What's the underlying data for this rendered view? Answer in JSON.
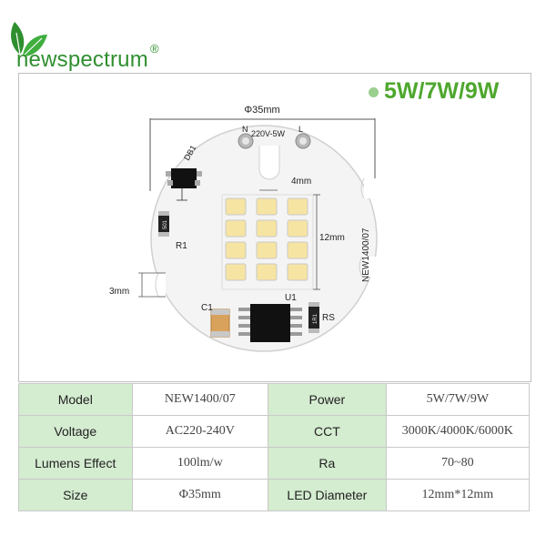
{
  "brand": {
    "name": "newspectrum",
    "registered": "®"
  },
  "power_title": "5W/7W/9W",
  "board": {
    "diameter_dim": "Φ35mm",
    "pin_n": "N",
    "pin_l": "L",
    "voltage_marking": "220V-5W",
    "hole_dim": "4mm",
    "led_dim": "12mm",
    "edge_dim": "3mm",
    "part_number": "NEW1400/07",
    "labels": {
      "db1": "DB1",
      "r1": "R1",
      "r1_code": "501",
      "c1": "C1",
      "u1": "U1",
      "rs": "RS",
      "rs_code": "1R1"
    }
  },
  "specs": {
    "rows": [
      {
        "label1": "Model",
        "value1": "NEW1400/07",
        "label2": "Power",
        "value2": "5W/7W/9W"
      },
      {
        "label1": "Voltage",
        "value1": "AC220-240V",
        "label2": "CCT",
        "value2": "3000K/4000K/6000K"
      },
      {
        "label1": "Lumens Effect",
        "value1": "100lm/w",
        "label2": "Ra",
        "value2": "70~80"
      },
      {
        "label1": "Size",
        "value1": "Φ35mm",
        "label2": "LED Diameter",
        "value2": "12mm*12mm"
      }
    ]
  },
  "colors": {
    "brand_green": "#2f8f2f",
    "label_bg": "#d4ecd0",
    "led_yellow": "#f6e4a2"
  }
}
